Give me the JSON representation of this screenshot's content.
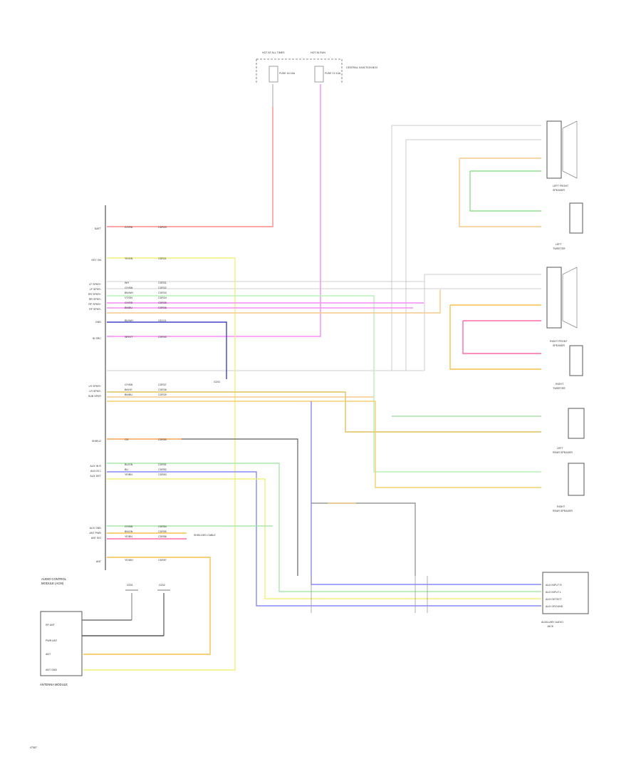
{
  "labels": {
    "module_caption_1": "AUDIO CONTROL",
    "module_caption_2": "MODULE (ACM)",
    "relay_caption": "ANTENNA MODULE",
    "page_code": "47587",
    "right_box_caption_1": "AUXILIARY AUDIO",
    "right_box_caption_2": "JACK",
    "fuse_box_caption": "CENTRAL JUNCTION BOX",
    "hot_at_all": "HOT AT ALL TIMES",
    "hot_in_run": "HOT IN RUN",
    "fuse_a": "FUSE 16 15A",
    "fuse_b": "FUSE 13 10A",
    "splice_gnd": "G203",
    "ground_a": "G201",
    "ground_b": "G202",
    "note_shield": "SHIELDED CABLE"
  },
  "module_pins": [
    {
      "label": "BATT",
      "wire": "GY/RD",
      "circuit": "CDR29"
    },
    {
      "label": "KEY ON",
      "wire": "YE/GN",
      "circuit": "CDR21"
    },
    {
      "label": "LF SPKR+",
      "wire": "WH",
      "circuit": "CDR31"
    },
    {
      "label": "LF SPKR-",
      "wire": "GY/BN",
      "circuit": "CDR32"
    },
    {
      "label": "RR SPKR+",
      "wire": "BN/WH",
      "circuit": "CDR33"
    },
    {
      "label": "RR SPKR-",
      "wire": "VT/GN",
      "circuit": "CDR34"
    },
    {
      "label": "RF SPKR+",
      "wire": "GY/RD",
      "circuit": "CDR35"
    },
    {
      "label": "RF SPKR-",
      "wire": "BN/BU",
      "circuit": "CDR36"
    },
    {
      "label": "GND",
      "wire": "BU/WH",
      "circuit": "GD124"
    },
    {
      "label": "ID SRC",
      "wire": "WH/VT",
      "circuit": "CDR40"
    },
    {
      "label": "LR SPKR+",
      "wire": "GY/BN",
      "circuit": "CDR37"
    },
    {
      "label": "LR SPKR-",
      "wire": "BN/YE",
      "circuit": "CDR38"
    },
    {
      "label": "SUB SPKR",
      "wire": "BN/BU",
      "circuit": "CDR39"
    },
    {
      "label": "SHIELD",
      "wire": "OG",
      "circuit": "CDR50"
    },
    {
      "label": "AUX IN R",
      "wire": "BU/GN",
      "circuit": "CDR51"
    },
    {
      "label": "AUX IN L",
      "wire": "BU",
      "circuit": "CDR52"
    },
    {
      "label": "AUX DET",
      "wire": "YE/BN",
      "circuit": "CDR53"
    },
    {
      "label": "AUX GND",
      "wire": "GY/BN",
      "circuit": "CDR54"
    },
    {
      "label": "ANT PWR",
      "wire": "BN/GN",
      "circuit": "CDR55"
    },
    {
      "label": "ANT SIG",
      "wire": "YE/BN",
      "circuit": "CDR56"
    },
    {
      "label": "ANT",
      "wire": "YE/WH",
      "circuit": "CDR57"
    }
  ],
  "speakers": [
    {
      "name": "LEFT FRONT",
      "name2": "SPEAKER"
    },
    {
      "name": "LEFT",
      "name2": "TWEETER"
    },
    {
      "name": "RIGHT FRONT",
      "name2": "SPEAKER"
    },
    {
      "name": "RIGHT",
      "name2": "TWEETER"
    },
    {
      "name": "LEFT",
      "name2": "REAR SPEAKER"
    },
    {
      "name": "RIGHT",
      "name2": "REAR SPEAKER"
    }
  ],
  "aux_pins": [
    {
      "label": "AUX INPUT R"
    },
    {
      "label": "AUX INPUT L"
    },
    {
      "label": "AUX DETECT"
    },
    {
      "label": "AUX GROUND"
    }
  ],
  "antenna_pins": [
    {
      "label": "RF ANT"
    },
    {
      "label": "PWR ANT"
    },
    {
      "label": "ANT"
    },
    {
      "label": "ANT GND"
    }
  ],
  "colors": {
    "red": "#ff8a8a",
    "pink": "#f58cf5",
    "yellow": "#f3f07a",
    "orange": "#f7c98a",
    "amber": "#f3c24a",
    "green": "#8ee08e",
    "blue": "#8a8af5",
    "navy": "#4444c8",
    "gray": "#8e8e8e",
    "tan": "#e8b888"
  }
}
